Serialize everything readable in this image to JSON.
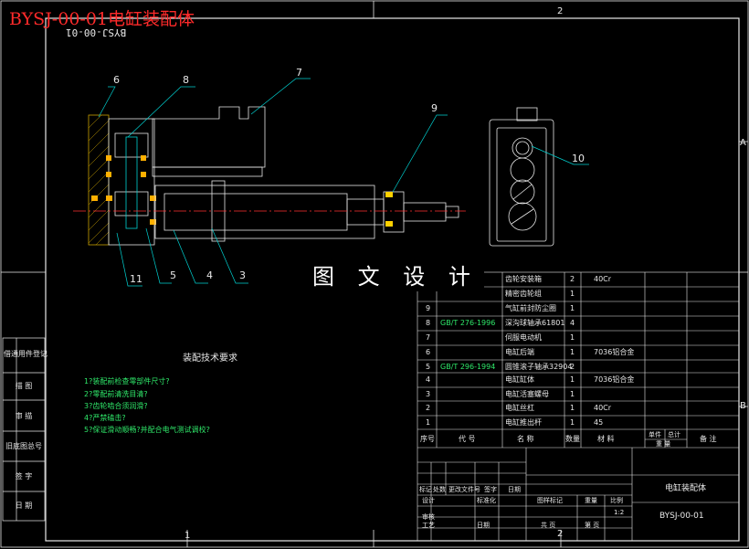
{
  "drawing_title": "BYSJ-00-01电缸装配体",
  "mirror_text": "BYSJ-00-01",
  "watermark": "图 文 设 计",
  "zone_labels": {
    "top": "2",
    "bottom_left": "1",
    "bottom_mid": "2",
    "right_a": "A",
    "right_b": "B"
  },
  "callouts": [
    "6",
    "8",
    "7",
    "9",
    "10",
    "11",
    "5",
    "4",
    "3"
  ],
  "tech_requirements": {
    "title": "装配技术要求",
    "items": [
      "1?装配前检查零部件尺寸?",
      "2?零配前清洗目清?",
      "3?齿轮啮合须润滑?",
      "4?严禁磕击?",
      "5?保证滑动顺畅?并配合电气测试调校?"
    ]
  },
  "bom": {
    "rows": [
      {
        "no": "",
        "code": "",
        "name": "齿轮安装箱",
        "qty": "2",
        "material": "40Cr",
        "note": ""
      },
      {
        "no": "",
        "code": "",
        "name": "精密齿轮组",
        "qty": "1",
        "material": "",
        "note": ""
      },
      {
        "no": "9",
        "code": "",
        "name": "气缸前封防尘圈",
        "qty": "1",
        "material": "",
        "note": ""
      },
      {
        "no": "8",
        "code": "GB/T 276-1996",
        "name": "深沟球轴承61801",
        "qty": "4",
        "material": "",
        "note": ""
      },
      {
        "no": "7",
        "code": "",
        "name": "伺服电动机",
        "qty": "1",
        "material": "",
        "note": ""
      },
      {
        "no": "6",
        "code": "",
        "name": "电缸后端",
        "qty": "1",
        "material": "7036铝合金",
        "note": ""
      },
      {
        "no": "5",
        "code": "GB/T 296-1994",
        "name": "圆锥滚子轴承32904",
        "qty": "2",
        "material": "",
        "note": ""
      },
      {
        "no": "4",
        "code": "",
        "name": "电缸缸体",
        "qty": "1",
        "material": "7036铝合金",
        "note": ""
      },
      {
        "no": "3",
        "code": "",
        "name": "电缸活塞螺母",
        "qty": "1",
        "material": "",
        "note": ""
      },
      {
        "no": "2",
        "code": "",
        "name": "电缸丝杠",
        "qty": "1",
        "material": "40Cr",
        "note": ""
      },
      {
        "no": "1",
        "code": "",
        "name": "电缸推出杆",
        "qty": "1",
        "material": "45",
        "note": ""
      }
    ],
    "header": {
      "no": "序号",
      "code": "代 号",
      "name": "名 称",
      "qty": "数量",
      "material": "材 料",
      "unit_weight": "单件",
      "total_weight": "总计",
      "weight": "重 量",
      "note": "备 注"
    }
  },
  "title_block": {
    "name": "电缸装配体",
    "drawing_no": "BYSJ-00-01",
    "scale": "1:2",
    "cells": [
      "标记",
      "处数",
      "更改文件号",
      "签字",
      "日期",
      "设计",
      "标准化",
      "审核",
      "工艺",
      "日期",
      "图样标记",
      "重量",
      "比例",
      "共 页",
      "第 页"
    ]
  },
  "side_panel": [
    "借通用件登记",
    "描 图",
    "审 描",
    "旧底图总号",
    "签 字",
    "日 期"
  ]
}
